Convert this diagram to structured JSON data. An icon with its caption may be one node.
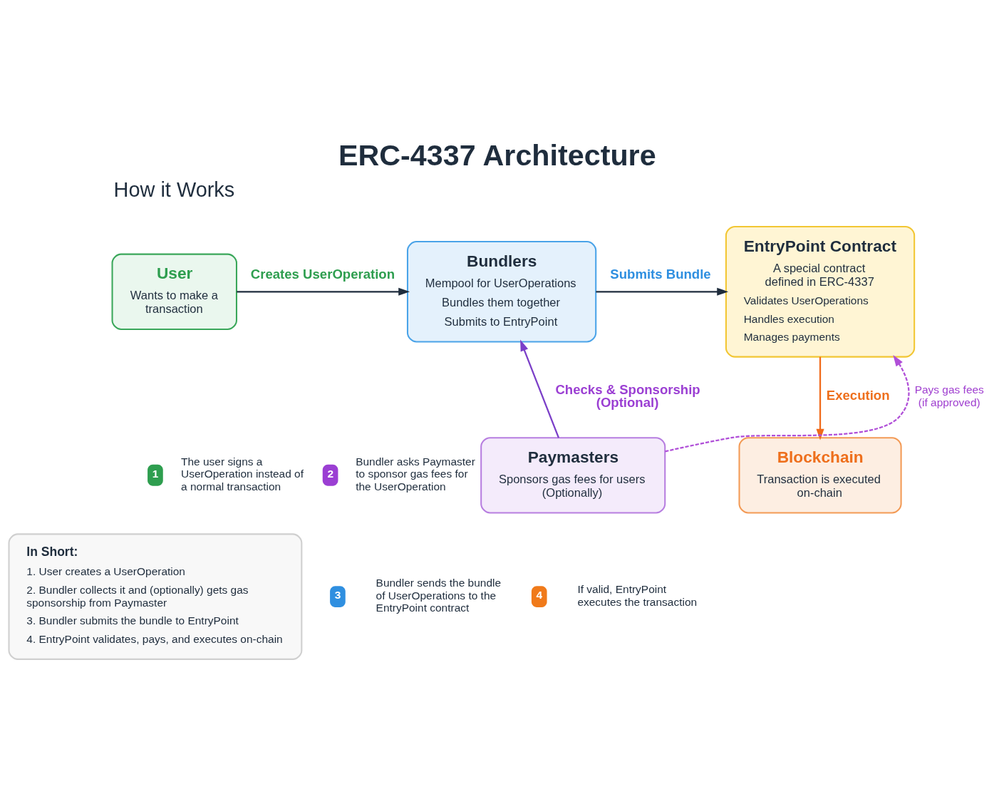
{
  "diagram": {
    "title": "ERC-4337 Architecture",
    "nodes": [
      {
        "text": [
          "User",
          "Wants to make a transaction"
        ]
      },
      {
        "text": [
          "Bundlers",
          "Mempool for UserOperations",
          "Bundles them together",
          "Submits to EntryPoint"
        ]
      },
      {
        "text": [
          "EntryPoint Contract",
          "A special contract defined in ERC-4337",
          "Validates UserOperations",
          "Handles execution",
          "Manages payments"
        ]
      },
      {
        "text": [
          "Paymasters",
          "Sponsors gas fees for users (Optionally)"
        ]
      },
      {
        "text": [
          "Blockchain",
          "Transaction is executed on-chain"
        ]
      },
      {
        "text": [
          "In Short:",
          "1. User creates a UserOperation",
          "2. Bundler collects it and (optionally) gets gas sponsorship from Paymaster",
          "3. Bundler submits the bundle to EntryPoint",
          "4. EntryPoint validates, pays, and executes on-chain"
        ]
      }
    ],
    "edges": [
      {
        "from": 0,
        "to": 1,
        "arrow": "to",
        "label": "Creates UserOperation"
      },
      {
        "from": 3,
        "to": 1,
        "arrow": "to",
        "label": "Checks & Sponsorship (Optional)",
        "color": "#7b3fc8"
      },
      {
        "from": 1,
        "to": 2,
        "arrow": "to",
        "label": "Submits Bundle"
      },
      {
        "from": 3,
        "to": 2,
        "arrow": "to",
        "label": "Pays gas fees (if approved)",
        "style": "dashed",
        "color": "#b04fd8"
      },
      {
        "from": 2,
        "to": 4,
        "arrow": "to",
        "label": "Execution",
        "color": "#f06a1a"
      }
    ],
    "labels": [
      "How it Works",
      "1",
      "The user signs a UserOperation instead of a normal transaction",
      "3",
      "Bundler sends the bundle of UserOperations to the EntryPoint contract",
      "2",
      "Bundler asks Paymaster to sponsor gas fees for the UserOperation",
      "4",
      "If valid, EntryPoint executes the transaction"
    ]
  }
}
